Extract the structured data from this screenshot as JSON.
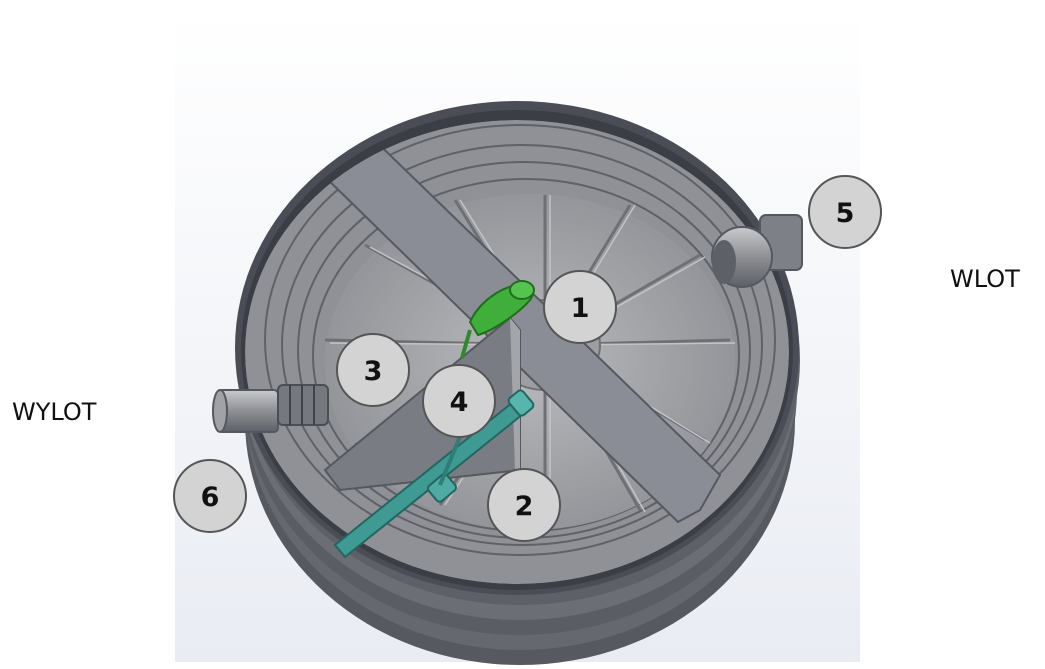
{
  "labels": {
    "inlet": "WLOT",
    "outlet": "WYLOT"
  },
  "callouts": [
    {
      "id": "callout-1",
      "text": "1"
    },
    {
      "id": "callout-2",
      "text": "2"
    },
    {
      "id": "callout-3",
      "text": "3"
    },
    {
      "id": "callout-4",
      "text": "4"
    },
    {
      "id": "callout-5",
      "text": "5"
    },
    {
      "id": "callout-6",
      "text": "6"
    }
  ],
  "colors": {
    "tank_rim": "#4a4d56",
    "tank_wall": "#8f9196",
    "tank_floor": "#a9abaf",
    "baffle": "#8a8d95",
    "float_green": "#3fae3a",
    "pipe_teal": "#3e9a92",
    "callout_fill": "#d3d3d3"
  }
}
